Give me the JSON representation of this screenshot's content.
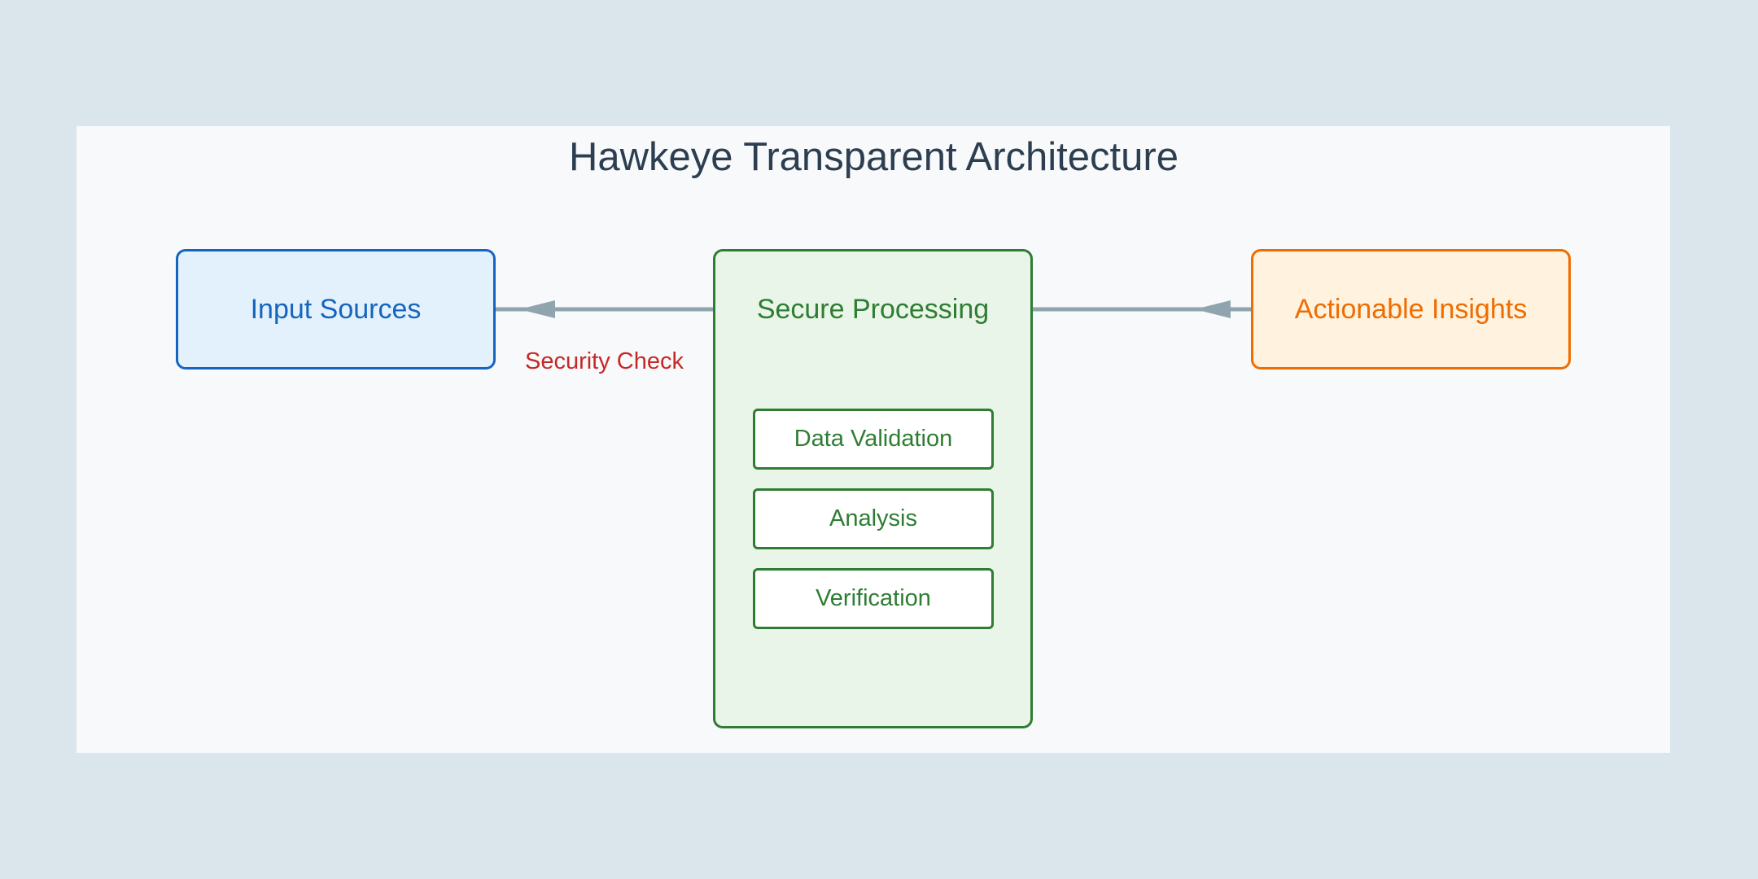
{
  "diagram": {
    "title": "Hawkeye Transparent Architecture",
    "nodes": {
      "input": "Input Sources",
      "process": "Secure Processing",
      "output": "Actionable Insights"
    },
    "process_steps": [
      "Data Validation",
      "Analysis",
      "Verification"
    ],
    "edges": [
      {
        "from": "Secure Processing",
        "to": "Input Sources",
        "label": "Security Check"
      },
      {
        "from": "Actionable Insights",
        "to": "Secure Processing",
        "label": ""
      }
    ],
    "colors": {
      "background": "#dae6ec",
      "panel": "#f7f9fb",
      "title": "#2c3e50",
      "input": "#1565c0",
      "process": "#2e7d32",
      "output": "#ef6c00",
      "edge": "#90a4ae",
      "edge_label": "#c62828"
    }
  }
}
